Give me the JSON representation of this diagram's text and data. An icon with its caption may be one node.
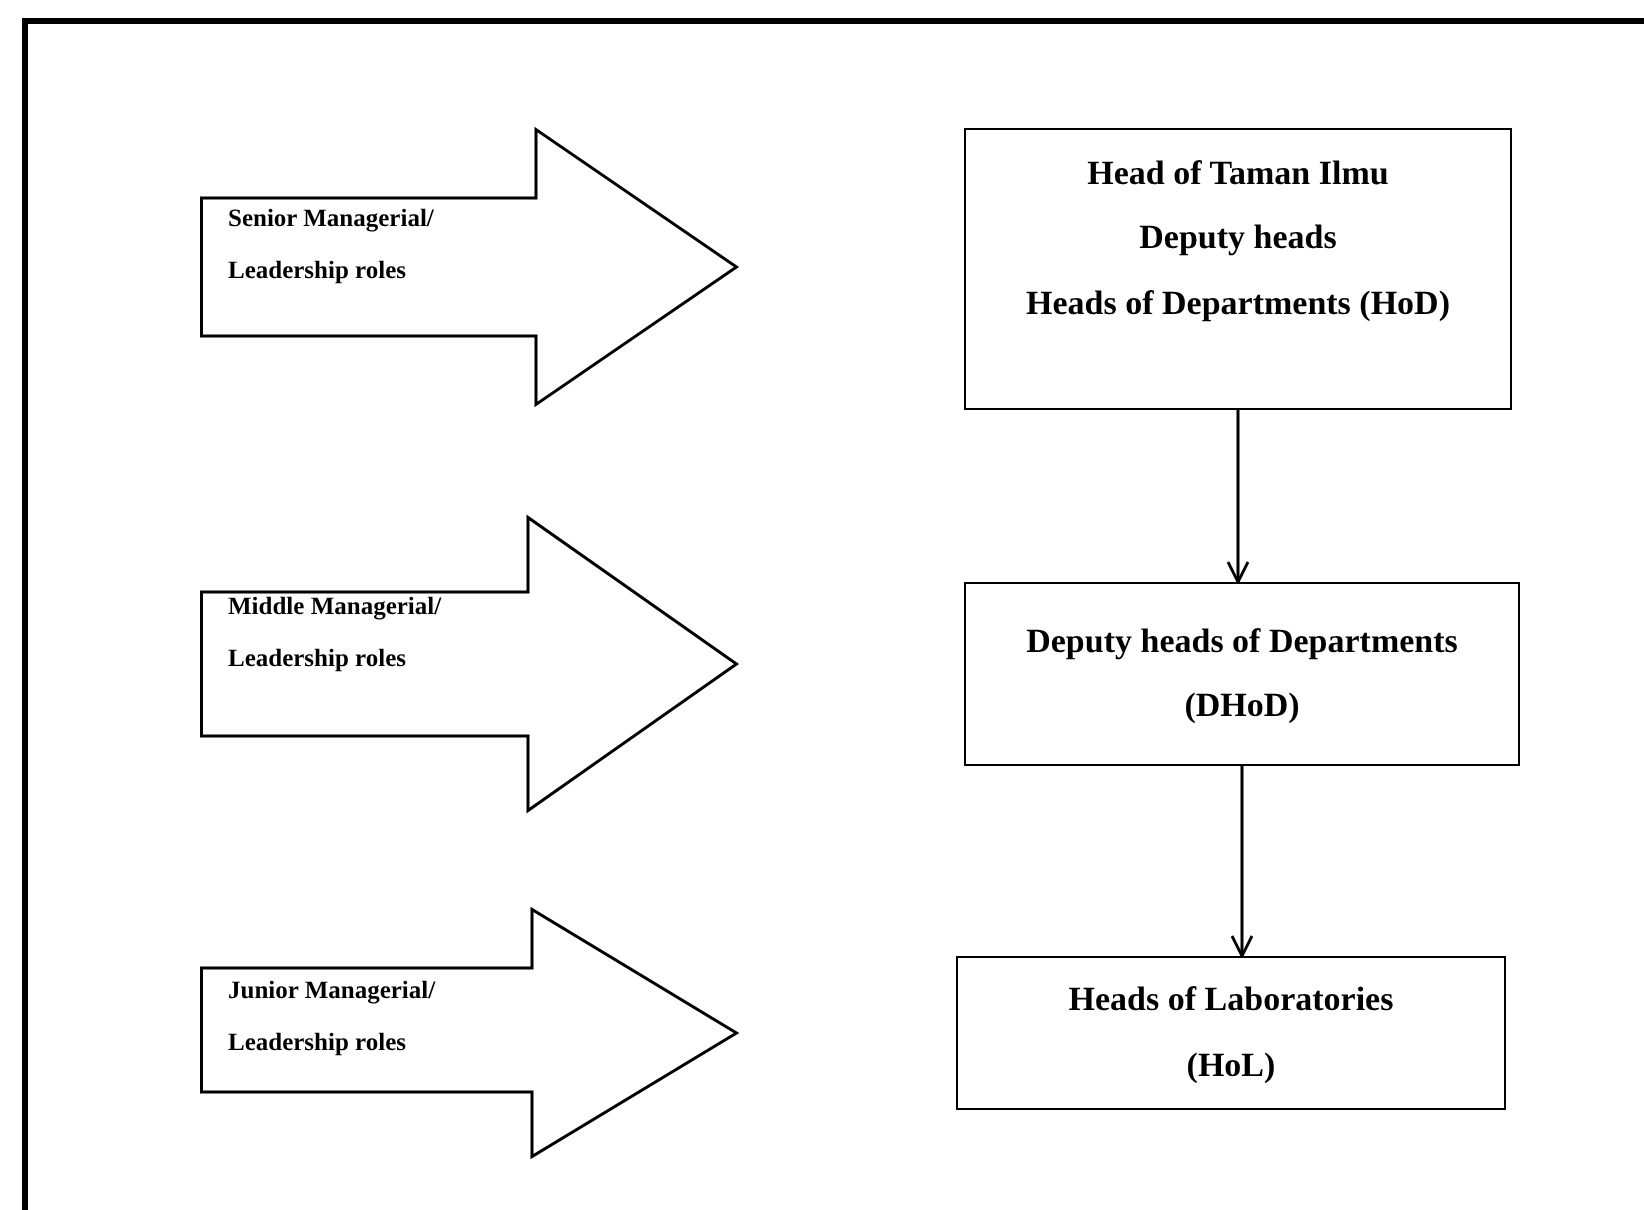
{
  "diagram": {
    "nodes": [
      {
        "text": [
          "Senior Managerial/ Leadership roles"
        ]
      },
      {
        "text": [
          "Middle Managerial/ Leadership roles"
        ]
      },
      {
        "text": [
          "Junior Managerial/ Leadership roles"
        ]
      },
      {
        "text": [
          "Head of Taman Ilmu",
          "Deputy heads",
          "Heads of Departments (HoD)"
        ]
      },
      {
        "text": [
          "Deputy heads of Departments",
          "(DHoD)"
        ]
      },
      {
        "text": [
          "Heads of Laboratories",
          "(HoL)"
        ]
      }
    ],
    "edges": [
      {
        "from": 3,
        "to": 4,
        "arrow": "to"
      },
      {
        "from": 4,
        "to": 5,
        "arrow": "to"
      }
    ]
  }
}
